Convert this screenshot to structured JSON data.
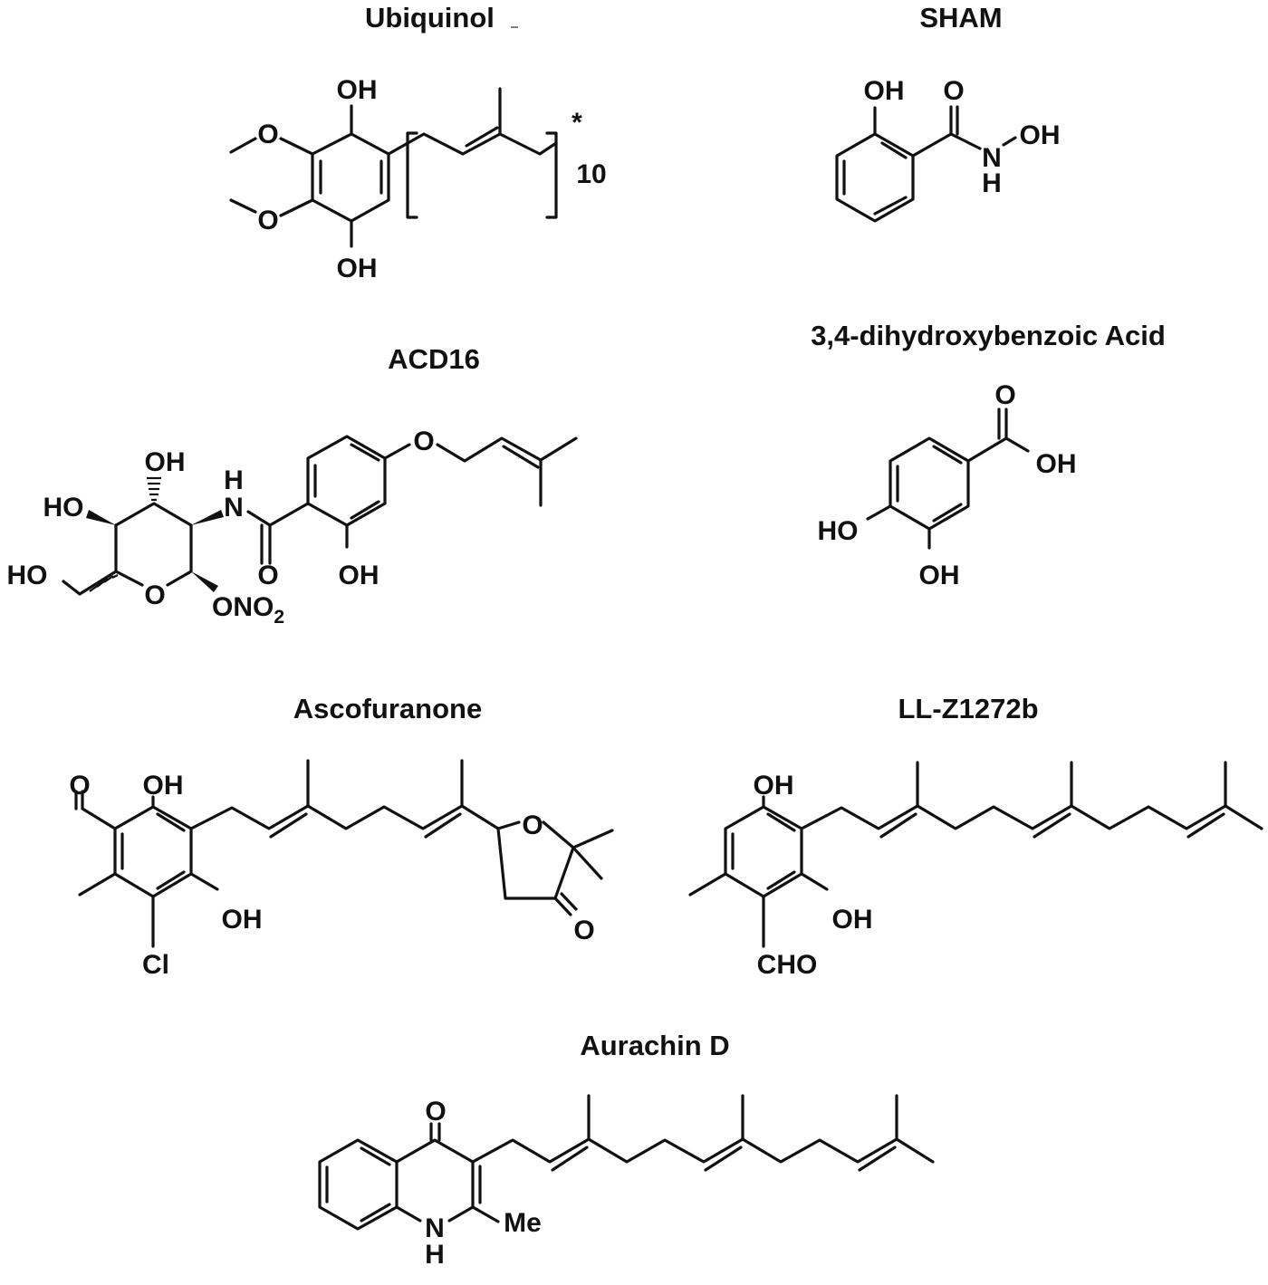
{
  "molecules": [
    {
      "key": "ubiquinol",
      "name": "Ubiquinol",
      "labels": {
        "oh_top": "OH",
        "oh_bottom": "OH",
        "o1": "O",
        "o2": "O",
        "star": "*",
        "repeat": "10"
      }
    },
    {
      "key": "sham",
      "name": "SHAM",
      "labels": {
        "oh": "OH",
        "o": "O",
        "oh_n": "OH",
        "n": "N",
        "h": "H"
      }
    },
    {
      "key": "acd16",
      "name": "ACD16",
      "labels": {
        "oh_top": "OH",
        "ho_left": "HO",
        "ho_far": "HO",
        "nh_n": "N",
        "nh_h": "H",
        "o_ring": "O",
        "o_carbonyl": "O",
        "oh_phenol": "OH",
        "o_ether": "O",
        "ono2": "ONO",
        "ono2_sub": "2"
      }
    },
    {
      "key": "dhba",
      "name": "3,4-dihydroxybenzoic Acid",
      "labels": {
        "o": "O",
        "oh_acid": "OH",
        "ho": "HO",
        "oh": "OH"
      }
    },
    {
      "key": "ascofuranone",
      "name": "Ascofuranone",
      "labels": {
        "o_ald": "O",
        "oh_top": "OH",
        "oh_bottom": "OH",
        "cl": "Cl",
        "o_ring": "O",
        "o_ketone": "O"
      }
    },
    {
      "key": "llz",
      "name": "LL-Z1272b",
      "labels": {
        "oh_top": "OH",
        "oh_bottom": "OH",
        "cho": "CHO"
      }
    },
    {
      "key": "aurachin",
      "name": "Aurachin D",
      "labels": {
        "o": "O",
        "n": "N",
        "h": "H",
        "me": "Me"
      }
    }
  ]
}
